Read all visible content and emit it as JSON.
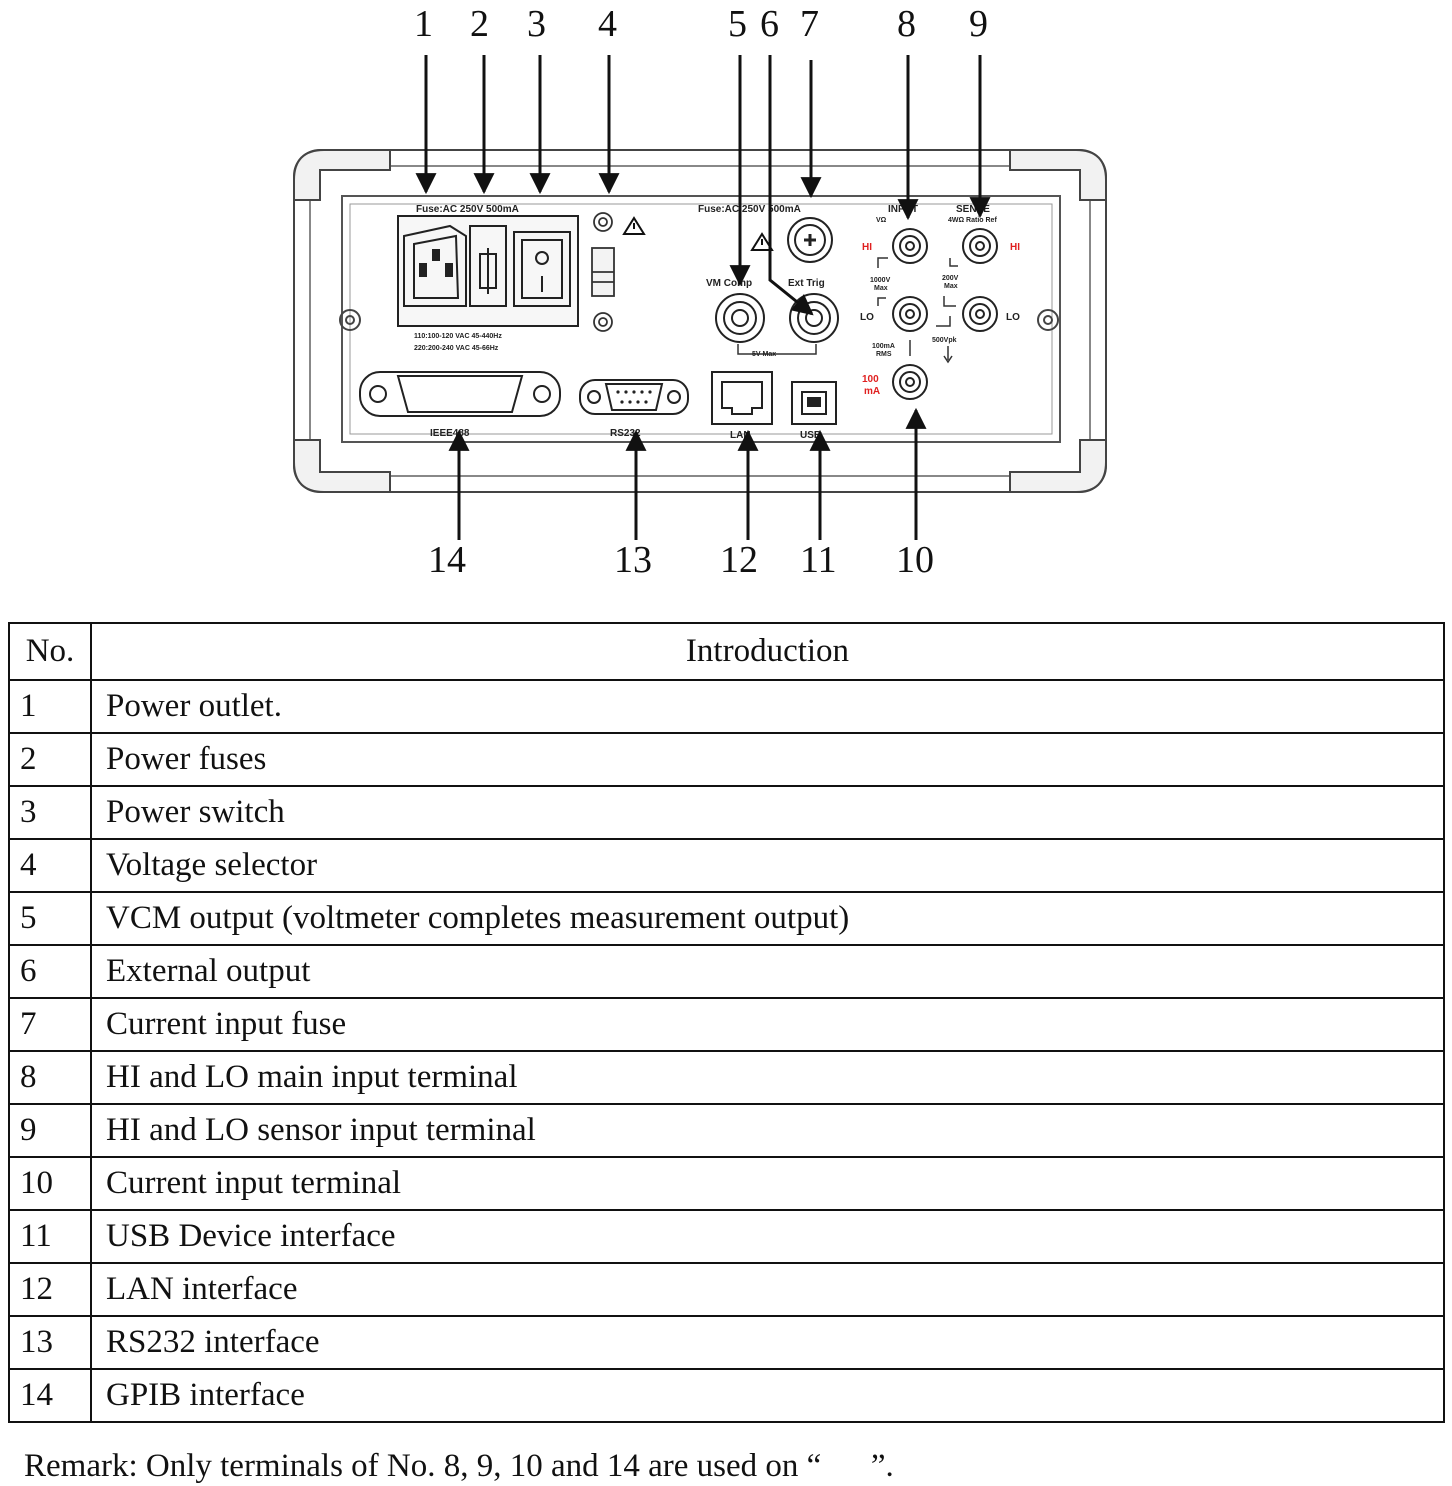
{
  "diagram": {
    "callouts": [
      "1",
      "2",
      "3",
      "4",
      "5",
      "6",
      "7",
      "8",
      "9",
      "10",
      "11",
      "12",
      "13",
      "14"
    ],
    "panel_labels": {
      "fuse_power": "Fuse:AC 250V 500mA",
      "voltage_line1": "110:100-120 VAC  45-440Hz",
      "voltage_line2": "220:200-240 VAC  45-66Hz",
      "fuse_current": "Fuse:AC 250V 500mA",
      "vm_comp": "VM Comp",
      "ext_trig": "Ext Trig",
      "bnc_note": "5V Max",
      "input": "INPUT",
      "input_sub": "VΩ",
      "sense": "SENSE",
      "sense_sub": "4WΩ Ratio Ref",
      "hi_left": "HI",
      "hi_right": "HI",
      "lo_left": "LO",
      "lo_right": "LO",
      "v1000": "1000V",
      "v1000_max": "Max",
      "v200": "200V",
      "v200_max": "Max",
      "ma_rms": "100mA",
      "ma_rms2": "RMS",
      "pk500": "500Vpk",
      "current_100": "100",
      "current_ma": "mA",
      "ieee": "IEEE488",
      "rs232": "RS232",
      "lan": "LAN",
      "usb": "USB"
    }
  },
  "table": {
    "headers": {
      "no": "No.",
      "intro": "Introduction"
    },
    "rows": [
      {
        "no": "1",
        "text": "Power outlet."
      },
      {
        "no": "2",
        "text": "Power fuses"
      },
      {
        "no": "3",
        "text": "Power switch"
      },
      {
        "no": "4",
        "text": "Voltage selector"
      },
      {
        "no": "5",
        "text": "VCM output (voltmeter completes measurement output)"
      },
      {
        "no": "6",
        "text": "External output"
      },
      {
        "no": "7",
        "text": "Current input fuse"
      },
      {
        "no": "8",
        "text": "HI and LO main input terminal"
      },
      {
        "no": "9",
        "text": "HI and LO sensor input terminal"
      },
      {
        "no": "10",
        "text": "Current input terminal"
      },
      {
        "no": "11",
        "text": "USB Device interface"
      },
      {
        "no": "12",
        "text": "LAN interface"
      },
      {
        "no": "13",
        "text": "RS232 interface"
      },
      {
        "no": "14",
        "text": "GPIB interface"
      }
    ]
  },
  "remark": "Remark: Only terminals of No. 8, 9, 10 and 14 are used on “      ”."
}
